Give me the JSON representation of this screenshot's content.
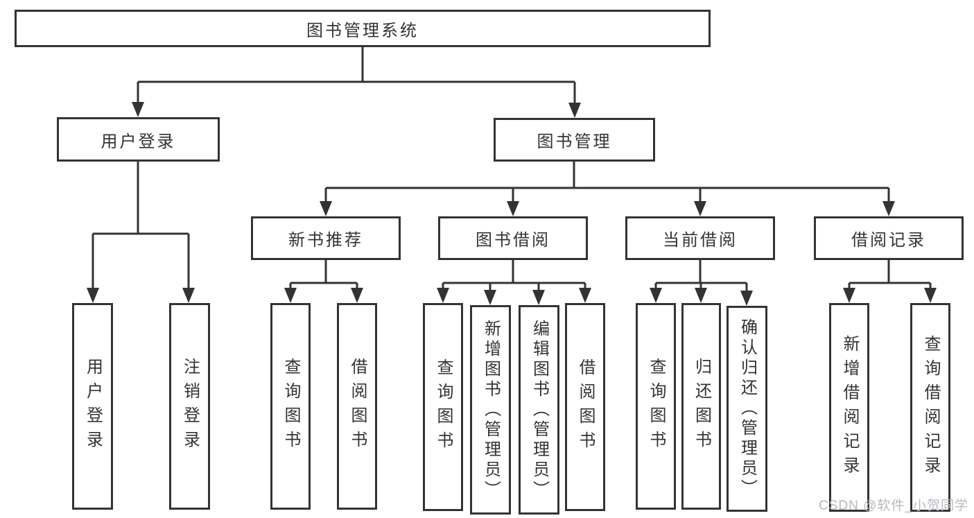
{
  "nodes": {
    "root": "图书管理系统",
    "user_login": "用户登录",
    "book_management": "图书管理",
    "new_book_recommend": "新书推荐",
    "book_borrow": "图书借阅",
    "current_borrow": "当前借阅",
    "borrow_record": "借阅记录",
    "leaf_user_login": "用户登录",
    "leaf_logout": "注销登录",
    "leaf_rec_query_books": "查询图书",
    "leaf_rec_borrow_books": "借阅图书",
    "leaf_bb_query_books": "查询图书",
    "leaf_bb_add_books": "新增图书（管理员）",
    "leaf_bb_edit_books": "编辑图书（管理员）",
    "leaf_bb_borrow_books": "借阅图书",
    "leaf_cb_query_books": "查询图书",
    "leaf_cb_return_books": "归还图书",
    "leaf_cb_confirm_return": "确认归还（管理员）",
    "leaf_br_add_record": "新增借阅记录",
    "leaf_br_query_record": "查询借阅记录"
  },
  "watermark": "CSDN @软件_小贺同学",
  "colors": {
    "line": "#333333",
    "text": "#333333",
    "box_background": "#ffffff",
    "page_background": "#ffffff",
    "watermark": "#b6b9bf"
  }
}
